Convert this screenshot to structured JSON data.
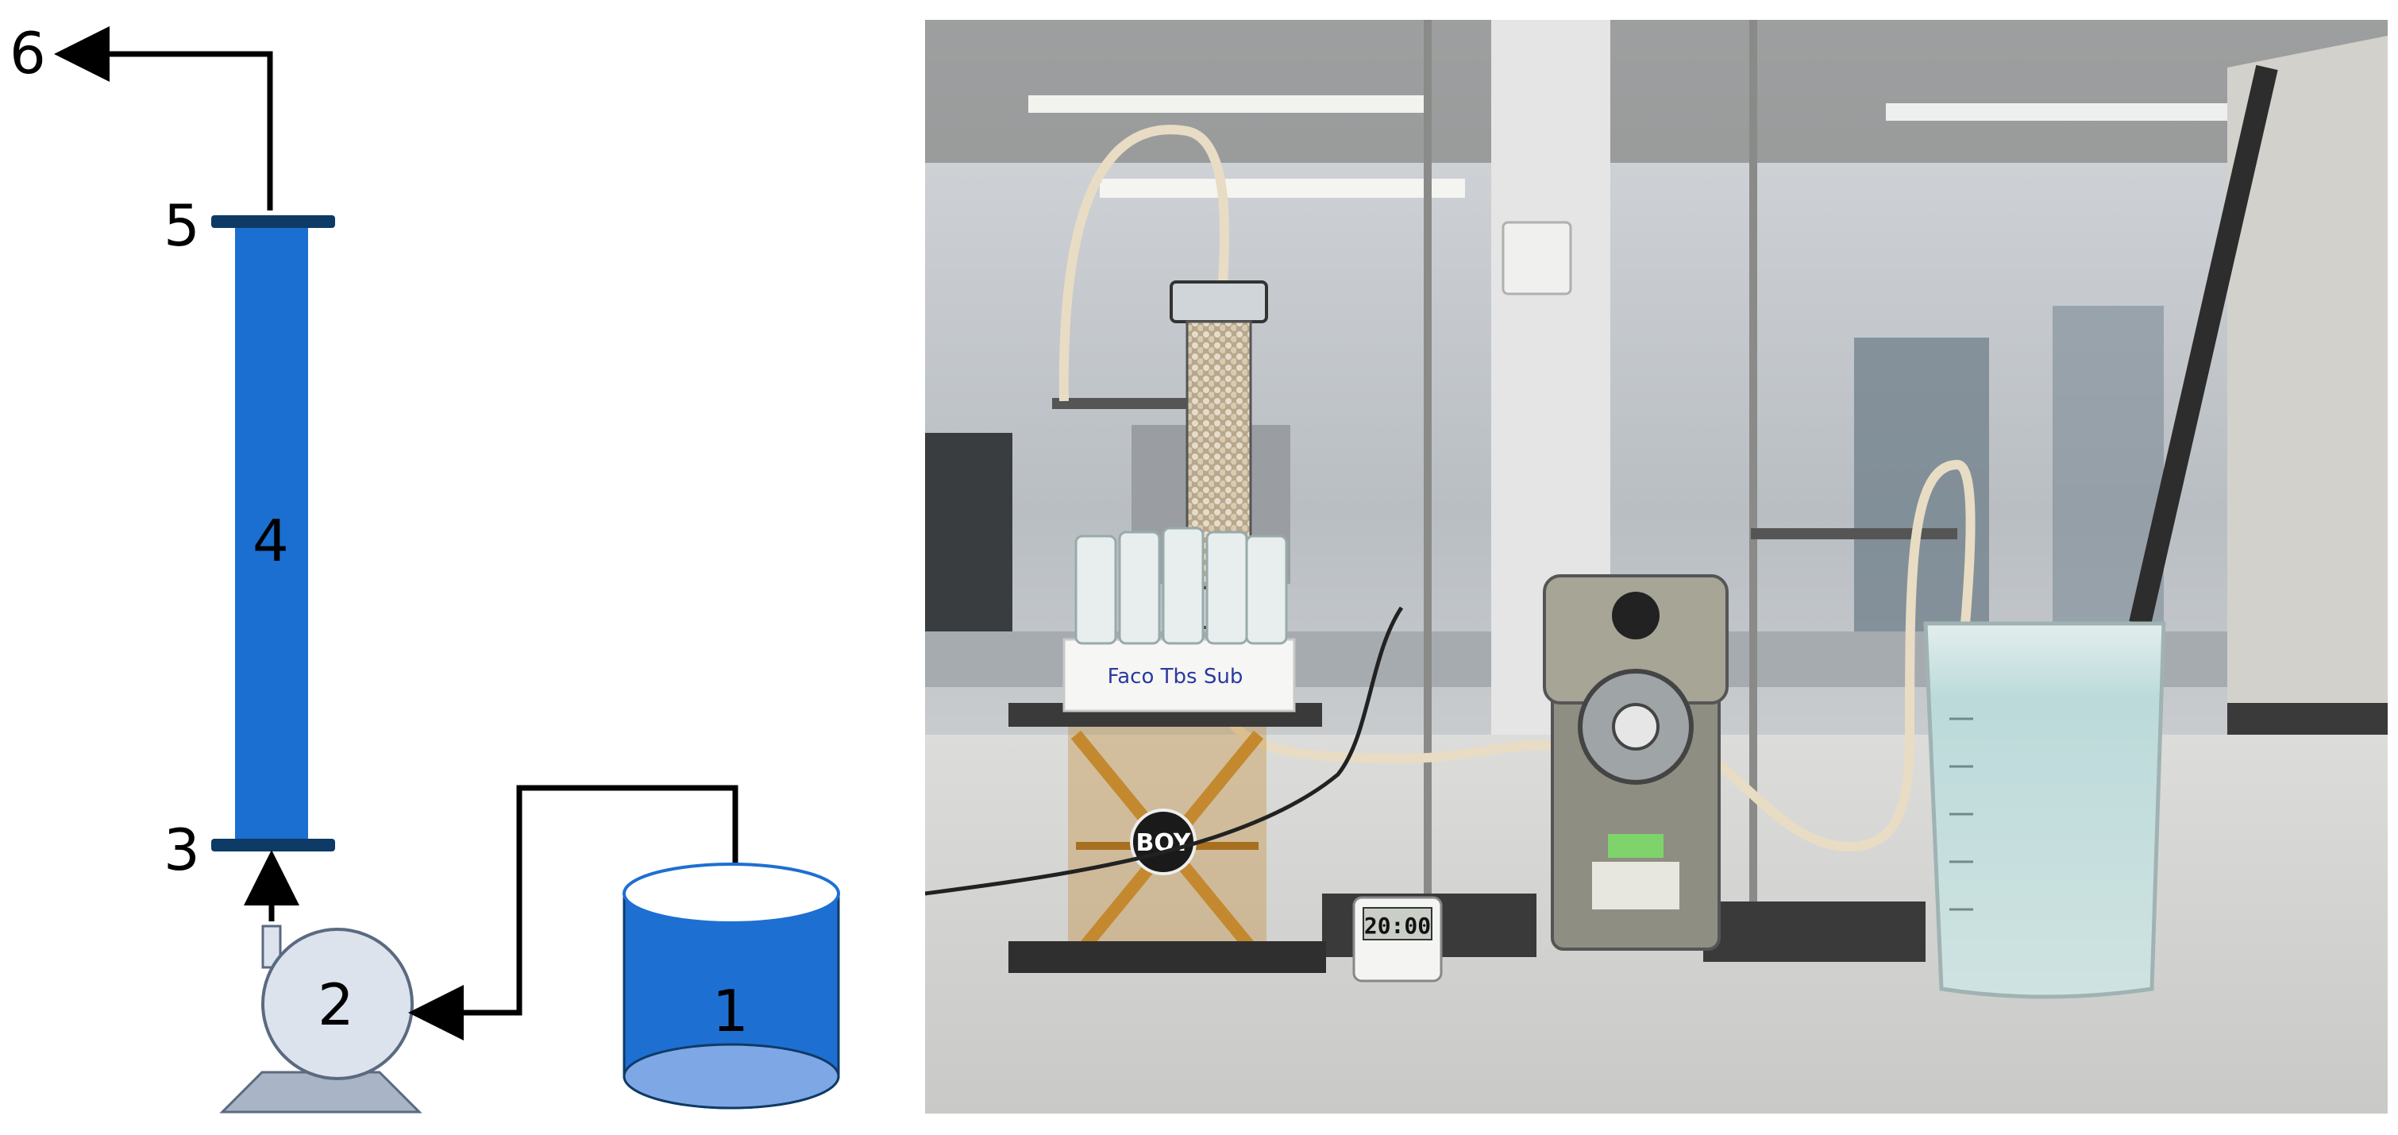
{
  "schematic": {
    "labels": {
      "reservoir": "1",
      "pump": "2",
      "inlet": "3",
      "column": "4",
      "outlet": "5",
      "effluent": "6"
    },
    "colors": {
      "column_blue": "#1a6fd0",
      "reservoir_blue": "#1e6fd2",
      "reservoir_light": "#7ea7e6",
      "pump_fill": "#dde3ed",
      "pump_base": "#a9b5c7",
      "flange": "#0e3a66",
      "line": "#000000"
    }
  },
  "photo": {
    "box_label": "Faco Tbs Sub",
    "jack_badge": "BOY",
    "timer_display": "20:00",
    "colors": {
      "lab_background": "#c7cbcf",
      "bench": "#d8d8d6",
      "pump_body": "#8f8e82",
      "lab_jack": "#c4892f",
      "water": "#bfdcdc"
    }
  }
}
